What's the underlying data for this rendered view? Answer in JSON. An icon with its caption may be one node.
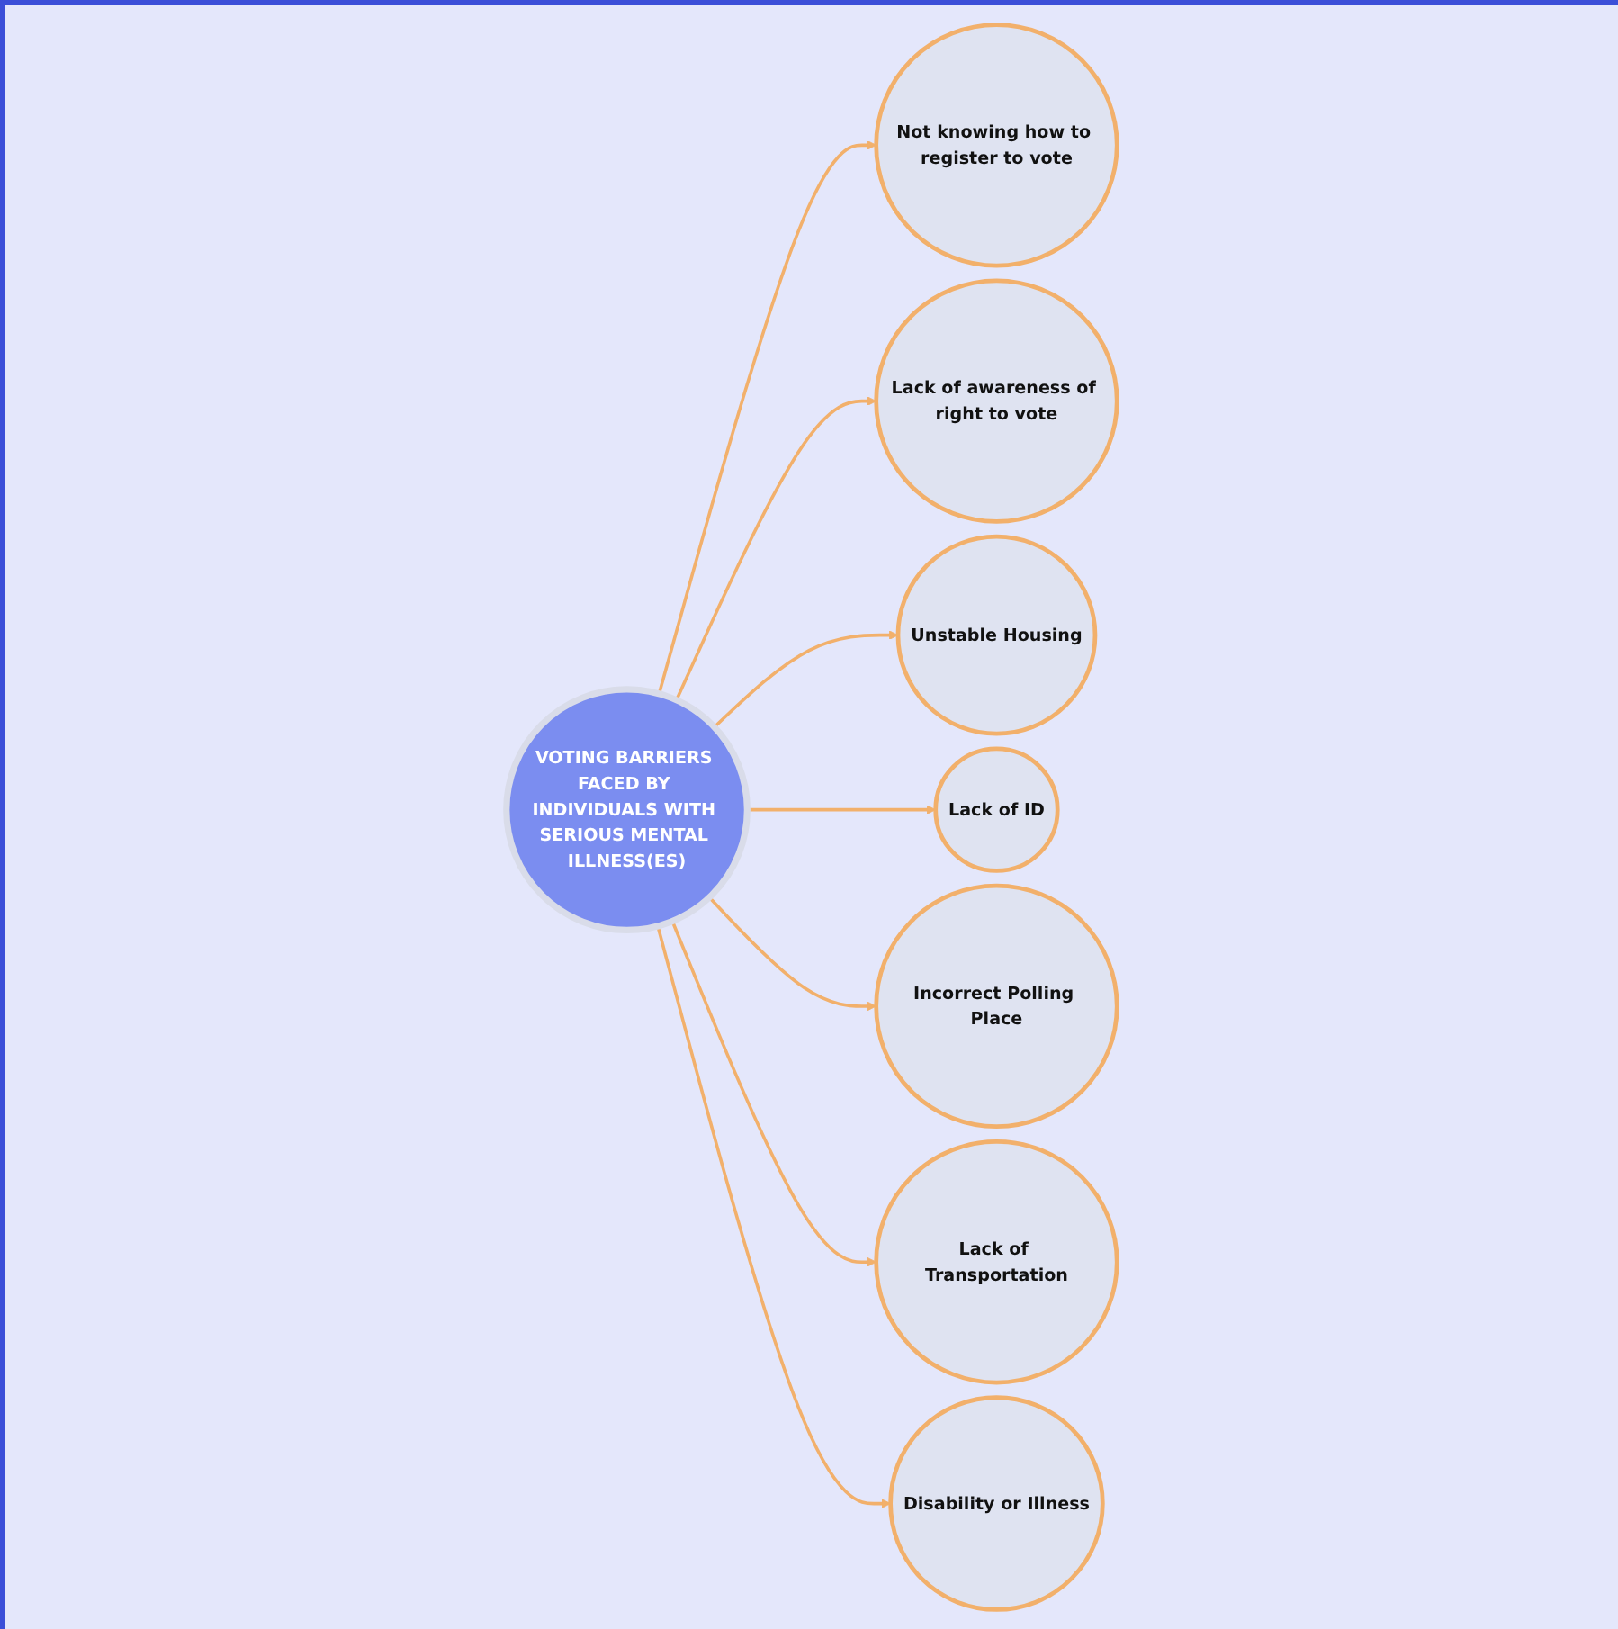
{
  "diagram": {
    "nodes": [
      {
        "text": [
          "Not knowing how to register to vote"
        ]
      },
      {
        "text": [
          "Lack of awareness of right to vote"
        ]
      },
      {
        "text": [
          "Unstable Housing"
        ]
      },
      {
        "text": [
          "VOTING BARRIERS FACED BY INDIVIDUALS WITH SERIOUS MENTAL ILLNESS(ES)"
        ]
      },
      {
        "text": [
          "Lack of ID"
        ]
      },
      {
        "text": [
          "Incorrect Polling Place"
        ]
      },
      {
        "text": [
          "Lack of Transportation"
        ]
      },
      {
        "text": [
          "Disability or Illness"
        ]
      }
    ],
    "edges": [
      {
        "from": 3,
        "to": 0,
        "arrow": "to"
      },
      {
        "from": 3,
        "to": 1,
        "arrow": "to"
      },
      {
        "from": 3,
        "to": 2,
        "arrow": "to"
      },
      {
        "from": 3,
        "to": 4,
        "arrow": "to"
      },
      {
        "from": 3,
        "to": 5,
        "arrow": "to"
      },
      {
        "from": 3,
        "to": 6,
        "arrow": "to"
      },
      {
        "from": 3,
        "to": 7,
        "arrow": "to"
      }
    ]
  }
}
